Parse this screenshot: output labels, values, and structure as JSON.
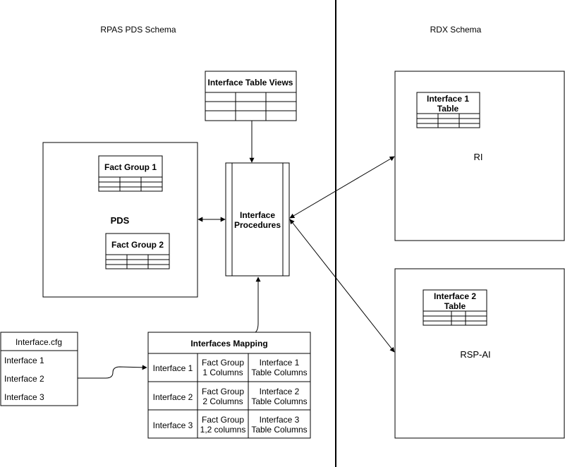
{
  "schemas": {
    "left": "RPAS PDS Schema",
    "right": "RDX Schema"
  },
  "pds": {
    "label": "PDS",
    "fact_group_1": "Fact Group 1",
    "fact_group_2": "Fact Group 2"
  },
  "interface_table_views": {
    "title": "Interface Table Views"
  },
  "interface_procedures": {
    "line1": "Interface",
    "line2": "Procedures"
  },
  "ri": {
    "label": "RI",
    "table_line1": "Interface 1",
    "table_line2": "Table"
  },
  "rsp_ai": {
    "label": "RSP-AI",
    "table_line1": "Interface 2",
    "table_line2": "Table"
  },
  "interface_cfg": {
    "title": "Interface.cfg",
    "items": [
      "Interface 1",
      "Interface 2",
      "Interface 3"
    ]
  },
  "interfaces_mapping": {
    "title": "Interfaces Mapping",
    "rows": [
      {
        "name": "Interface 1",
        "fact_l1": "Fact Group",
        "fact_l2": "1 Columns",
        "table_l1": "Interface 1",
        "table_l2": "Table Columns"
      },
      {
        "name": "Interface 2",
        "fact_l1": "Fact Group",
        "fact_l2": "2 Columns",
        "table_l1": "Interface 2",
        "table_l2": "Table Columns"
      },
      {
        "name": "Interface 3",
        "fact_l1": "Fact Group",
        "fact_l2": "1,2 columns",
        "table_l1": "Interface 3",
        "table_l2": "Table Columns"
      }
    ]
  }
}
